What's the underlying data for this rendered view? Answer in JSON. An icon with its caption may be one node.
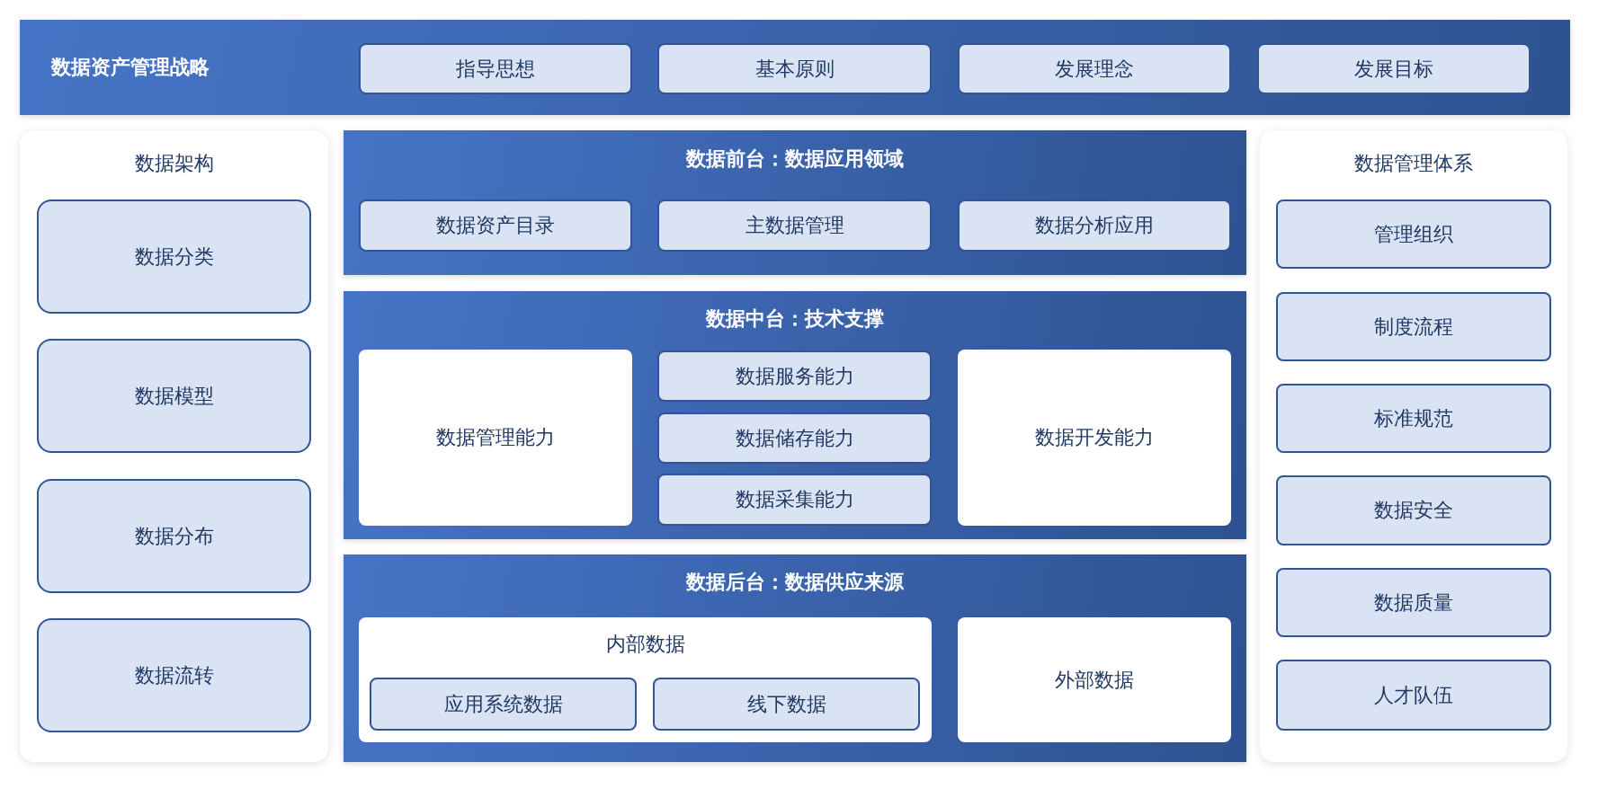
{
  "diagram": {
    "nodes": [
      {
        "text": [
          "数据资产管理战略"
        ]
      },
      {
        "text": [
          "指导思想"
        ],
        "in": 0
      },
      {
        "text": [
          "基本原则"
        ],
        "in": 0
      },
      {
        "text": [
          "发展理念"
        ],
        "in": 0
      },
      {
        "text": [
          "发展目标"
        ],
        "in": 0
      },
      {
        "text": [
          "数据架构"
        ]
      },
      {
        "text": [
          "数据分类"
        ],
        "in": 5
      },
      {
        "text": [
          "数据模型"
        ],
        "in": 5
      },
      {
        "text": [
          "数据分布"
        ],
        "in": 5
      },
      {
        "text": [
          "数据流转"
        ],
        "in": 5
      },
      {
        "text": [
          "数据前台：数据应用领域"
        ]
      },
      {
        "text": [
          "数据资产目录"
        ],
        "in": 10
      },
      {
        "text": [
          "主数据管理"
        ],
        "in": 10
      },
      {
        "text": [
          "数据分析应用"
        ],
        "in": 10
      },
      {
        "text": [
          "数据中台：技术支撑"
        ]
      },
      {
        "text": [
          "数据管理能力"
        ],
        "in": 14
      },
      {
        "text": [
          "数据服务能力"
        ],
        "in": 14
      },
      {
        "text": [
          "数据储存能力"
        ],
        "in": 14
      },
      {
        "text": [
          "数据采集能力"
        ],
        "in": 14
      },
      {
        "text": [
          "数据开发能力"
        ],
        "in": 14
      },
      {
        "text": [
          "数据后台：数据供应来源"
        ]
      },
      {
        "text": [
          "内部数据"
        ],
        "in": 20
      },
      {
        "text": [
          "应用系统数据"
        ],
        "in": 21
      },
      {
        "text": [
          "线下数据"
        ],
        "in": 21
      },
      {
        "text": [
          "外部数据"
        ],
        "in": 20
      },
      {
        "text": [
          "数据管理体系"
        ]
      },
      {
        "text": [
          "管理组织"
        ],
        "in": 25
      },
      {
        "text": [
          "制度流程"
        ],
        "in": 25
      },
      {
        "text": [
          "标准规范"
        ],
        "in": 25
      },
      {
        "text": [
          "数据安全"
        ],
        "in": 25
      },
      {
        "text": [
          "数据质量"
        ],
        "in": 25
      },
      {
        "text": [
          "人才队伍"
        ],
        "in": 25
      }
    ],
    "edges": []
  }
}
